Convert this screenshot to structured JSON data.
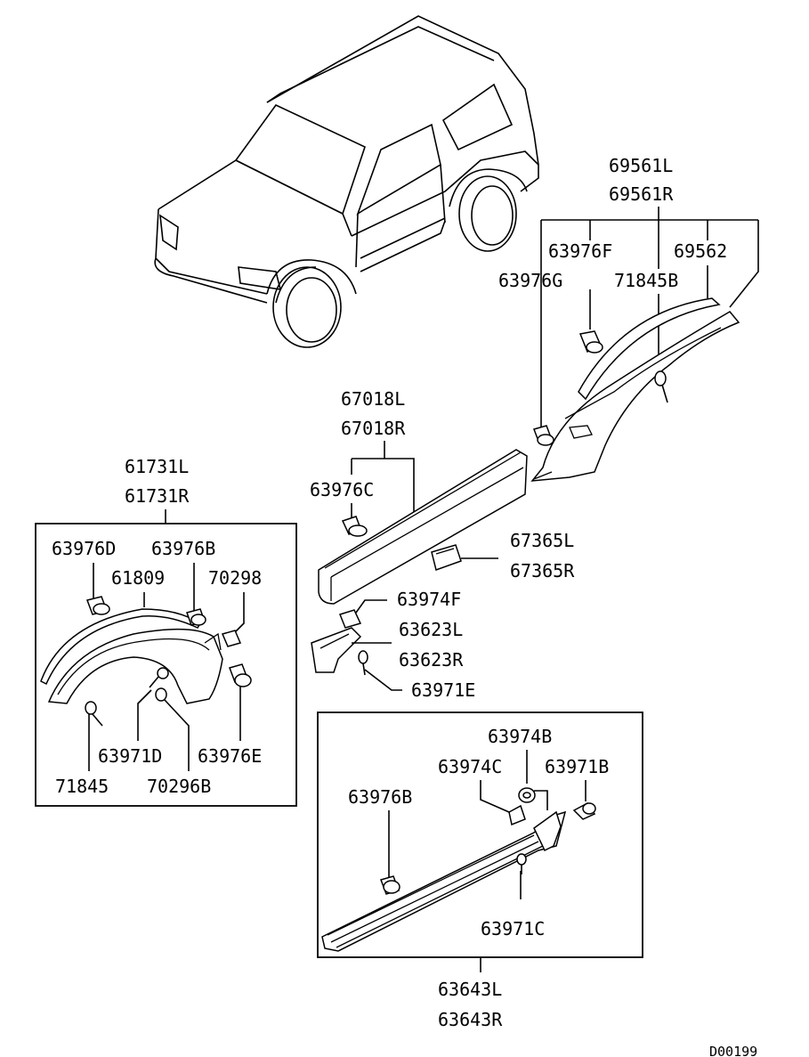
{
  "diagram": {
    "code": "D00199",
    "labels": {
      "p69561L": "69561L",
      "p69561R": "69561R",
      "p63976F": "63976F",
      "p69562": "69562",
      "p63976G": "63976G",
      "p71845B": "71845B",
      "p67018L": "67018L",
      "p67018R": "67018R",
      "p63976C": "63976C",
      "p61731L": "61731L",
      "p61731R": "61731R",
      "p67365L": "67365L",
      "p67365R": "67365R",
      "p63974F": "63974F",
      "p63623L": "63623L",
      "p63623R": "63623R",
      "p63971E": "63971E",
      "p63976D": "63976D",
      "p63976B_top": "63976B",
      "p61809": "61809",
      "p70298": "70298",
      "p63971D": "63971D",
      "p63976E": "63976E",
      "p71845": "71845",
      "p70296B": "70296B",
      "p63974B": "63974B",
      "p63974C": "63974C",
      "p63971B": "63971B",
      "p63976B_low": "63976B",
      "p63971C": "63971C",
      "p63643L": "63643L",
      "p63643R": "63643R"
    }
  }
}
